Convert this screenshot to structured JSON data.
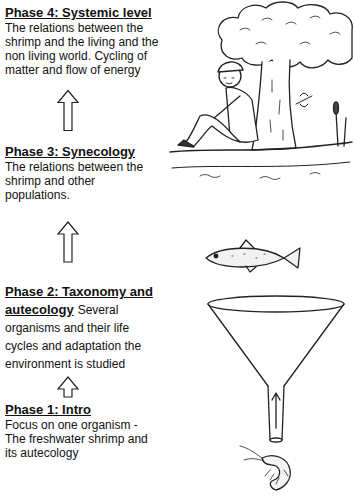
{
  "diagram": {
    "nodes": [
      {
        "text": [
          "Phase 4: Systemic level",
          "The relations between the shrimp and the living and the non living world. Cycling of matter and flow of energy"
        ]
      },
      {
        "text": [
          "Phase 3: Synecology",
          "The relations between the shrimp and other populations."
        ]
      },
      {
        "text": [
          "Phase 2: Taxonomy and autecology",
          "Several organisms and their life cycles and adaptation the environment is studied"
        ]
      },
      {
        "text": [
          "Phase 1: Intro",
          "Focus on one organism - The freshwater shrimp and its autecology"
        ]
      }
    ],
    "edges": [
      {
        "from": 3,
        "to": 2,
        "arrow": "to"
      },
      {
        "from": 2,
        "to": 1,
        "arrow": "to"
      },
      {
        "from": 1,
        "to": 0,
        "arrow": "to"
      }
    ]
  }
}
